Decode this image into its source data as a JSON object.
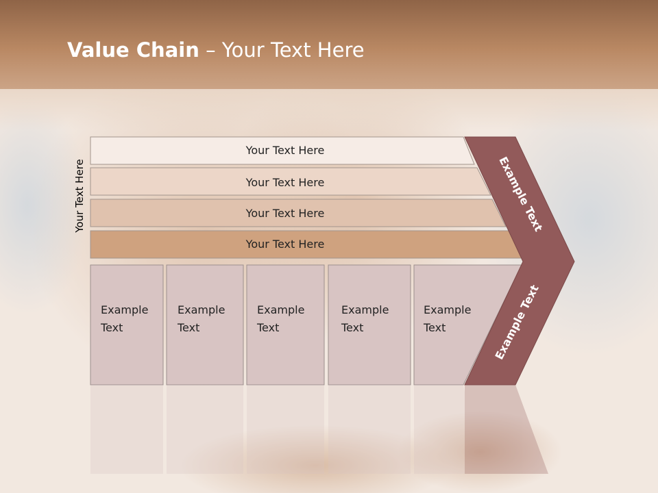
{
  "title": {
    "bold": "Value Chain",
    "rest": " – Your Text Here"
  },
  "side_label": "Your Text Here",
  "support_rows": [
    "Your Text Here",
    "Your Text Here",
    "Your Text Here",
    "Your Text Here"
  ],
  "primary_boxes": [
    [
      "Example",
      "Text"
    ],
    [
      "Example",
      "Text"
    ],
    [
      "Example",
      "Text"
    ],
    [
      "Example",
      "Text"
    ],
    [
      "Example",
      "Text"
    ]
  ],
  "chevron_upper": "Example Text",
  "chevron_lower": "Example Text",
  "colors": {
    "header": "#b78560",
    "row1": "#f6ece6",
    "row2": "#ecd6c8",
    "row3": "#e0c2ae",
    "row4": "#cfa27f",
    "box": "#d8c4c3",
    "chevron": "#925a5a"
  }
}
